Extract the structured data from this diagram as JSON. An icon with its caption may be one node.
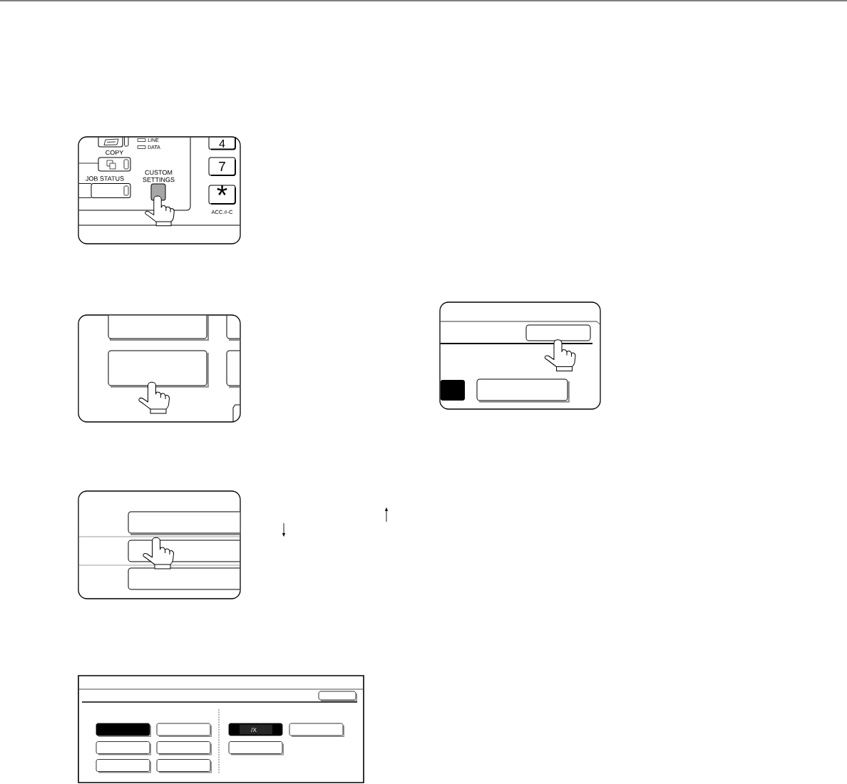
{
  "diagram": {
    "labels": [
      "LINE",
      "DATA",
      "4",
      "COPY",
      "7",
      "JOB STATUS",
      "CUSTOM SETTINGS",
      "*",
      "ACC.#-C",
      "/X"
    ]
  }
}
